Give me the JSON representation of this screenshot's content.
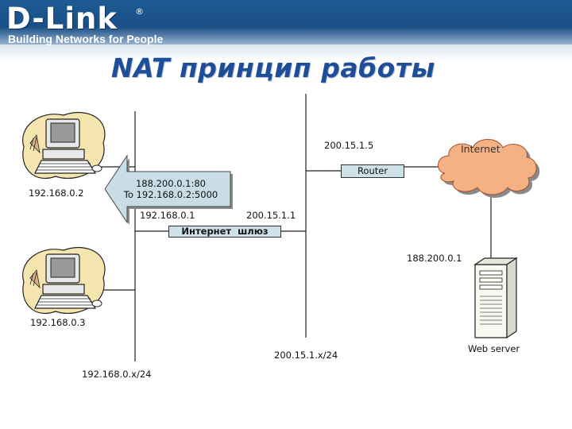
{
  "header": {
    "logo_text": "D-Link",
    "registered_mark": "®",
    "tagline": "Building Networks for People"
  },
  "title": "NAT принцип работы",
  "hosts": [
    {
      "ip": "192.168.0.2"
    },
    {
      "ip": "192.168.0.3"
    }
  ],
  "lan_subnet": "192.168.0.x/24",
  "wan_subnet": "200.15.1.x/24",
  "gateway": {
    "label": "Интернет шлюз",
    "lan_ip": "192.168.0.1",
    "wan_ip": "200.15.1.1"
  },
  "router": {
    "label": "Router",
    "ip": "200.15.1.5"
  },
  "internet": {
    "label": "Internet"
  },
  "web_server": {
    "label": "Web server",
    "ip": "188.200.0.1"
  },
  "nat_arrow": {
    "line1": "188.200.0.1:80",
    "line2": "To 192.168.0.2:5000"
  },
  "colors": {
    "header_blue": "#1a4f86",
    "title_blue": "#1f4e99",
    "box_fill": "#cfe1e8",
    "arrow_fill": "#c8dde6",
    "cloud_fill": "#f4b183",
    "monitor_blob": "#f5e6b0"
  }
}
